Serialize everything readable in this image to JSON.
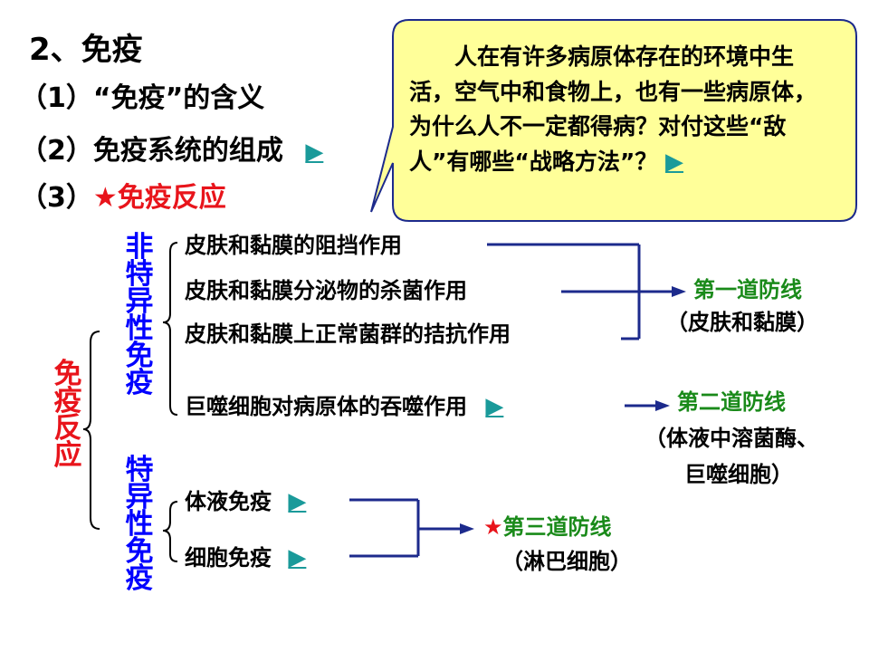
{
  "title": "2、免疫",
  "outline": {
    "item1": "（1）“免疫”的含义",
    "item2": "（2）免疫系统的组成",
    "item3_prefix": "（3）",
    "item3_highlight": "★免疫反应"
  },
  "link_arrow": "▶",
  "bubble": {
    "text": "人在有许多病原体存在的环境中生活，空气中和食物上，也有一些病原体，为什么人不一定都得病？对付这些“敌人”有哪些“战略方法”？"
  },
  "immune_response_label": "免疫反应",
  "nonspecific_label": "非特异性免疫",
  "specific_label": "特异性免疫",
  "nonspecific_items": [
    "皮肤和黏膜的阻挡作用",
    "皮肤和黏膜分泌物的杀菌作用",
    "皮肤和黏膜上正常菌群的拮抗作用",
    "巨噬细胞对病原体的吞噬作用"
  ],
  "specific_items": [
    "体液免疫",
    "细胞免疫"
  ],
  "defense_lines": {
    "first": {
      "name": "第一道防线",
      "detail": "（皮肤和黏膜）"
    },
    "second": {
      "name": "第二道防线",
      "detail_1": "（体液中溶菌酶、",
      "detail_2": "巨噬细胞）"
    },
    "third": {
      "name": "★第三道防线",
      "detail": "（淋巴细胞）"
    }
  },
  "colors": {
    "accent_red": "#e8141b",
    "category_blue": "#0000ff",
    "defense_green": "#1a8a1a",
    "link_teal": "#1a9a9a",
    "bubble_fill": "#ffff99",
    "connector_navy": "#1c2a8c"
  }
}
